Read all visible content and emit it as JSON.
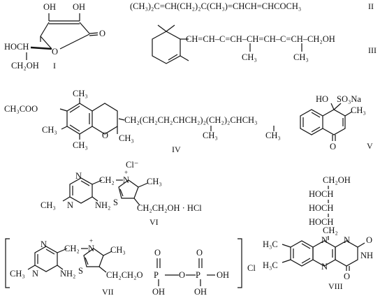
{
  "structures": [
    {
      "id": "I",
      "numeral": "I",
      "atoms": {
        "oh_left": "OH",
        "oh_right": "OH",
        "keto_o": "O",
        "ring_o": "O",
        "hoch": "HOCH",
        "ch2oh": "CH₂OH"
      }
    },
    {
      "id": "II",
      "numeral": "II",
      "formula": "(CH₃)₂C=CH(CH₂)₂C(CH₃)=CHCH=CHCOCH₃"
    },
    {
      "id": "III",
      "numeral": "III",
      "atoms": {
        "chain": "CH=CH–C=CH–CH=CH–C=CH–CH₂OH",
        "ch3_a": "CH₃",
        "ch3_b": "CH₃"
      }
    },
    {
      "id": "IV",
      "numeral": "IV",
      "atoms": {
        "ch3coo": "CH₃COO",
        "me_top": "CH₃",
        "me_left": "CH₃",
        "me_bot": "CH₃",
        "ring_o": "O",
        "chain": "CH₂(CH₂CH₂CHCH₂)₂(CH₂)₂CHCH₃",
        "ch3_mid": "CH₃",
        "ch3_end": "CH₃"
      }
    },
    {
      "id": "V",
      "numeral": "V",
      "atoms": {
        "ho": "HO",
        "so3na": "SO₃Na",
        "keto_o": "O"
      }
    },
    {
      "id": "VI",
      "numeral": "VI",
      "atoms": {
        "cl": "Cl⁻",
        "n_top": "N",
        "n_bot": "N",
        "h3c": "CH₃",
        "nh2": "NH₂",
        "ch2": "CH₂",
        "n_plus": "N",
        "ch3": "CH₃",
        "s": "S",
        "side": "CH₂CH₂OH · HCl"
      }
    },
    {
      "id": "VII",
      "numeral": "VII",
      "atoms": {
        "n_top": "N",
        "n_bot": "N",
        "h3c": "CH₃",
        "nh2": "NH₂",
        "ch2": "CH₂",
        "n_plus": "N",
        "ch3": "CH₃",
        "s": "S",
        "side": "CH₂CH₂O",
        "p1": "P",
        "o_mid": "O",
        "p2": "P",
        "o1": "O",
        "o2": "O",
        "oh1": "OH",
        "oh2": "OH",
        "oh3": "OH",
        "cl": "Cl"
      }
    },
    {
      "id": "VIII",
      "numeral": "VIII",
      "atoms": {
        "ch2oh": "CH₂OH",
        "hoch1": "HOCH",
        "hoch2": "HOCH",
        "hoch3": "HOCH",
        "ch2": "CH₂",
        "h3c_a": "H₃C",
        "h3c_b": "H₃C",
        "n1": "N",
        "n2": "N",
        "n3": "N",
        "nh": "NH",
        "o1": "O",
        "o2": "O"
      }
    }
  ]
}
